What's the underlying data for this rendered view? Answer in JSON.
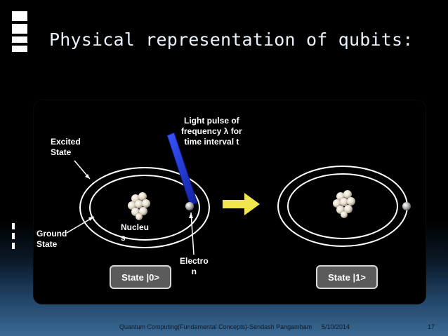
{
  "slide": {
    "title": "Physical representation of qubits:"
  },
  "diagram": {
    "label_excited": "Excited\nState",
    "label_ground": "Ground\nState",
    "label_nucleus": "Nucleu\ns",
    "label_electron": "Electro\nn",
    "label_light_pulse": "Light pulse of\nfrequency λ for\ntime interval t",
    "state0": "State |0>",
    "state1": "State |1>",
    "arrow_color": "#f2e64e",
    "pulse_color": "#1c2fd6"
  },
  "footer": {
    "text": "Quantum Computing(Fundamental Concepts)-Sendash Pangambam",
    "date": "5/10/2014",
    "page": "17"
  }
}
